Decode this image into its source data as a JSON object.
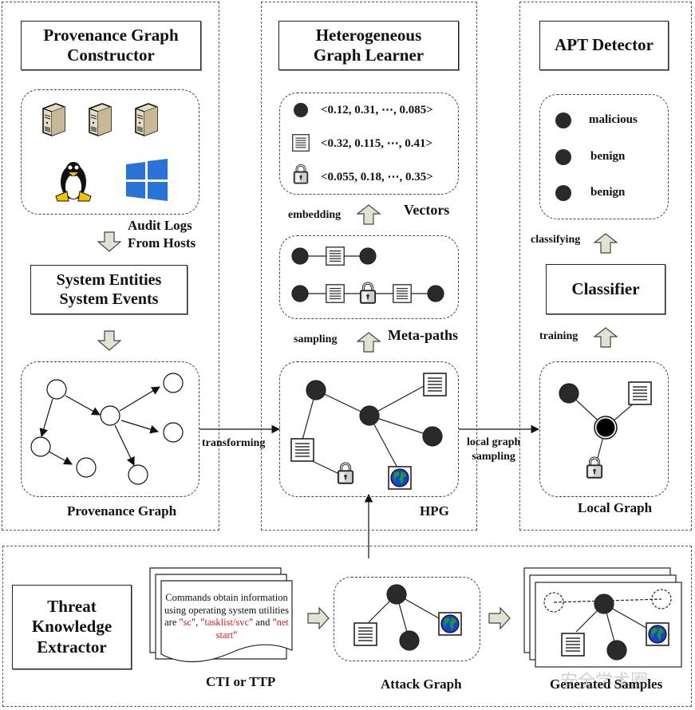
{
  "panels": {
    "constructor": {
      "title_line1": "Provenance Graph",
      "title_line2": "Constructor",
      "hosts_label_line1": "Audit Logs",
      "hosts_label_line2": "From Hosts",
      "entities_line1": "System Entities",
      "entities_line2": "System Events",
      "graph_label": "Provenance Graph",
      "host_icons": [
        "server-icon",
        "server-icon",
        "server-icon",
        "linux-penguin-icon",
        "windows-logo-icon"
      ]
    },
    "learner": {
      "title_line1": "Heterogeneous",
      "title_line2": "Graph Learner",
      "vectors": [
        {
          "icon": "process-node-icon",
          "value": "<0.12, 0.31, ⋯, 0.085>"
        },
        {
          "icon": "file-icon",
          "value": "<0.32, 0.115, ⋯, 0.41>"
        },
        {
          "icon": "lock-icon",
          "value": "<0.055, 0.18, ⋯, 0.35>"
        }
      ],
      "vectors_label": "Vectors",
      "embedding_label": "embedding",
      "metapaths_label": "Meta-paths",
      "sampling_label": "sampling",
      "hpg_label": "HPG"
    },
    "detector": {
      "title": "APT Detector",
      "results": [
        {
          "label": "malicious"
        },
        {
          "label": "benign"
        },
        {
          "label": "benign"
        }
      ],
      "classifying_label": "classifying",
      "classifier_label": "Classifier",
      "training_label": "training",
      "local_graph_label": "Local Graph"
    },
    "extractor": {
      "title_line1": "Threat",
      "title_line2": "Knowledge",
      "title_line3": "Extractor",
      "cti_text_1": "Commands obtain information using operating system utilities are \"",
      "cti_red_1": "sc",
      "cti_text_2": "\", \"",
      "cti_red_2": "tasklist/svc",
      "cti_text_3": "\" and \"",
      "cti_red_3": "net start",
      "cti_text_4": "\"",
      "cti_label": "CTI or TTP",
      "attack_graph_label": "Attack Graph",
      "samples_label": "Generated Samples"
    }
  },
  "connectors": {
    "transforming": "transforming",
    "local_graph_sampling_line1": "local graph",
    "local_graph_sampling_line2": "sampling"
  },
  "colors": {
    "arrow_fill": "#dfe3cf",
    "node_fill": "#2a2a2a",
    "highlight_red": "#e0191b",
    "globe_blue": "#1a3fd8",
    "globe_green": "#1f9a2c",
    "windows_blue": "#2a73d6"
  },
  "watermark": "安全学术圈"
}
